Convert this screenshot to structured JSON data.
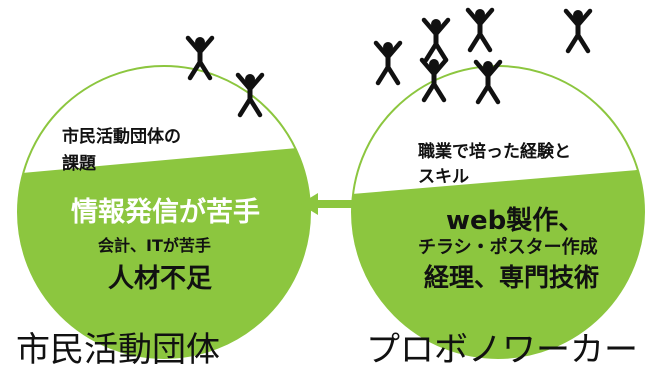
{
  "left": {
    "top_text_line1": "市民活動団体の",
    "top_text_line2": "課題",
    "main_line1": "情報発信が苦手",
    "main_line2": "会計、ITが苦手",
    "main_line3": "人材不足",
    "caption": "市民活動団体"
  },
  "right": {
    "top_text_line1": "職業で培った経験と",
    "top_text_line2": "スキル",
    "main_line1": "web製作、",
    "main_line2": "チラシ・ポスター作成",
    "main_line3": "経理、専門技術",
    "caption": "プロボノワーカー"
  },
  "colors": {
    "green": "#8cc63f",
    "outline": "#8cc63f",
    "figure": "#111111"
  },
  "icons": {
    "arrow": "arrow-left-icon",
    "person": "jumping-person-icon"
  }
}
